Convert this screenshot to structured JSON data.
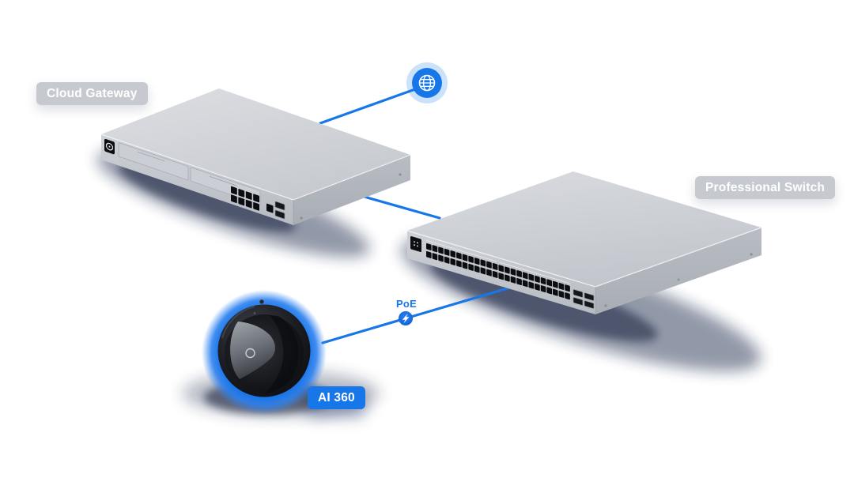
{
  "scene": {
    "background": "#ffffff",
    "description": "UniFi network topology illustration: internet globe connected to a cloud gateway, gateway connected to a professional switch, switch powering an AI 360 fisheye camera over PoE"
  },
  "colors": {
    "accent_blue": "#1777e8",
    "label_gray": "#c6cad0",
    "label_text": "#ffffff",
    "camera_glow": "#1473e8",
    "device_gray_top": "#d2d5da",
    "shadow_navy": "#0d1b3f"
  },
  "labels": {
    "cloud_gateway": "Cloud Gateway",
    "professional_switch": "Professional Switch",
    "ai_360": "AI 360",
    "poe": "PoE"
  },
  "icons": {
    "internet": "globe-icon",
    "poe": "lightning-bolt-icon"
  },
  "devices": [
    {
      "id": "cloud-gateway",
      "label": "Cloud Gateway",
      "rj45_ports": 8,
      "sfp_ports": 2,
      "drive_bays": 2
    },
    {
      "id": "professional-switch",
      "label": "Professional Switch",
      "rj45_ports": 48,
      "sfp_ports": 4
    },
    {
      "id": "ai-360-camera",
      "label": "AI 360"
    }
  ],
  "connections": [
    {
      "from": "internet",
      "to": "cloud-gateway"
    },
    {
      "from": "cloud-gateway",
      "to": "professional-switch"
    },
    {
      "from": "professional-switch",
      "to": "ai-360-camera",
      "power": "PoE"
    }
  ]
}
